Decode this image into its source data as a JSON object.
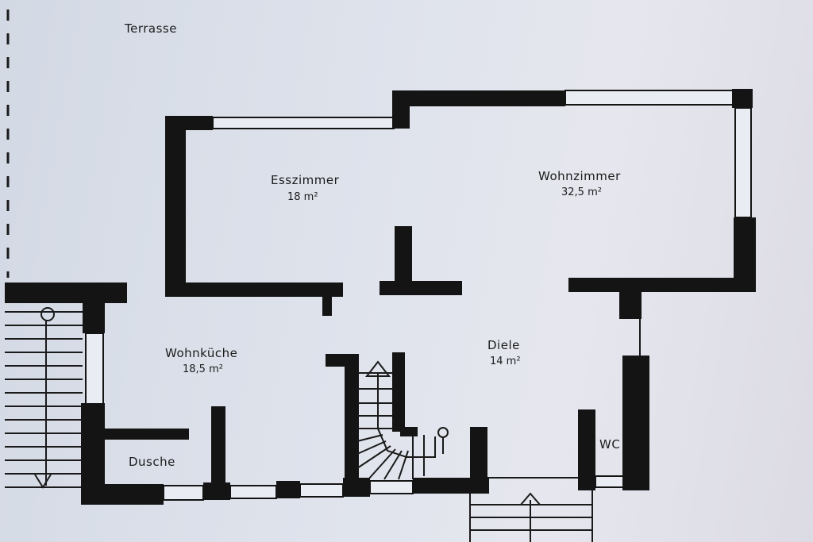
{
  "rooms": {
    "terrasse": {
      "name": "Terrasse"
    },
    "esszimmer": {
      "name": "Esszimmer",
      "area": "18 m²"
    },
    "wohnzimmer": {
      "name": "Wohnzimmer",
      "area": "32,5 m²"
    },
    "wohnkueche": {
      "name": "Wohnküche",
      "area": "18,5 m²"
    },
    "diele": {
      "name": "Diele",
      "area": "14 m²"
    },
    "dusche": {
      "name": "Dusche"
    },
    "wc": {
      "name": "WC"
    }
  },
  "colors": {
    "wall": "#141414",
    "paper": "#dfe3ec"
  }
}
